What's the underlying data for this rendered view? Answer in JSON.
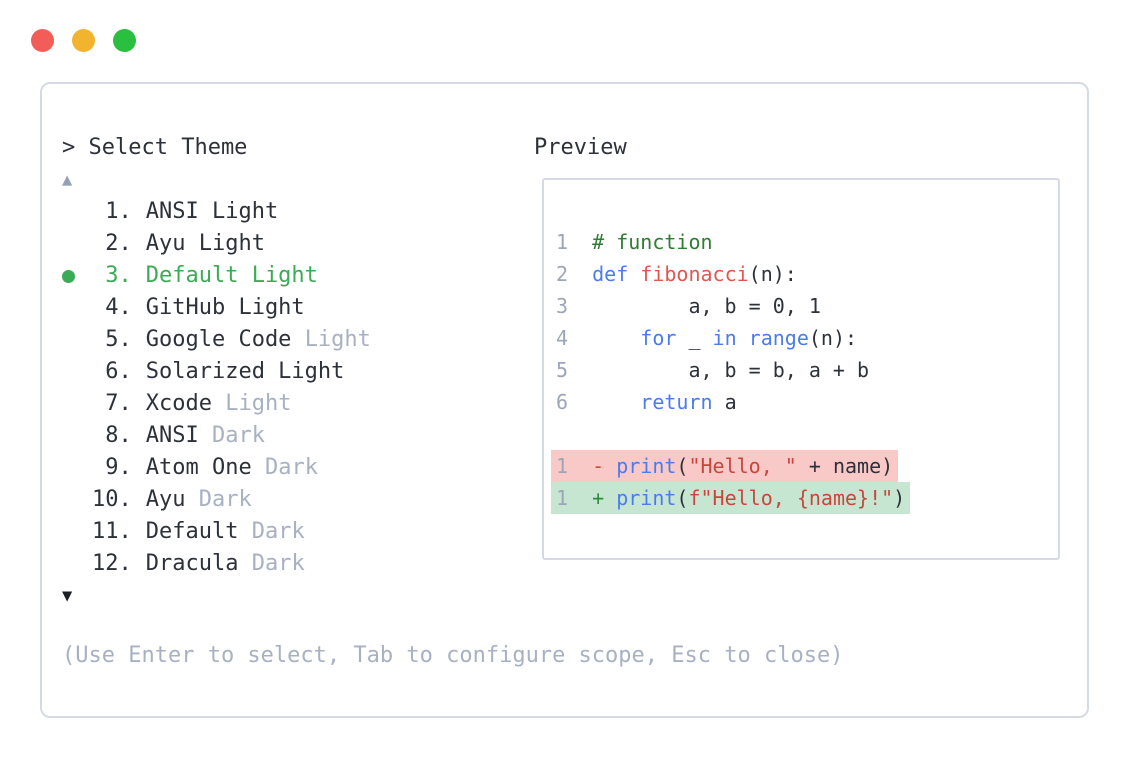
{
  "colors": {
    "text": "#2c313a",
    "muted": "#a7b1c2",
    "selected": "#3cab55",
    "keyword": "#4a7cf0",
    "comment": "#2e7d32",
    "function": "#e0574f",
    "string": "#c9463e",
    "diff-minus": "#d04a42",
    "diff-plus": "#2f8a3d",
    "removed-bg": "#f8c9c7",
    "added-bg": "#c7e6d2",
    "border": "#d6dae4",
    "linenum": "#9ba6b8",
    "scroll-up": "#93a1b6",
    "scroll-down": "#1b1f26"
  },
  "window": {
    "controls": [
      {
        "name": "close",
        "color": "#f25d58"
      },
      {
        "name": "minimize",
        "color": "#f2b32e"
      },
      {
        "name": "zoom",
        "color": "#2abf3f"
      }
    ]
  },
  "picker": {
    "prompt": "> Select Theme",
    "scroll_up": "▲",
    "scroll_down": "▼",
    "items": [
      {
        "number": "1.",
        "selected": false,
        "parts": [
          {
            "text": "ANSI Light",
            "muted": false
          }
        ]
      },
      {
        "number": "2.",
        "selected": false,
        "parts": [
          {
            "text": "Ayu Light",
            "muted": false
          }
        ]
      },
      {
        "number": "3.",
        "selected": true,
        "parts": [
          {
            "text": "Default Light",
            "muted": false
          }
        ]
      },
      {
        "number": "4.",
        "selected": false,
        "parts": [
          {
            "text": "GitHub Light",
            "muted": false
          }
        ]
      },
      {
        "number": "5.",
        "selected": false,
        "parts": [
          {
            "text": "Google Code ",
            "muted": false
          },
          {
            "text": "Light",
            "muted": true
          }
        ]
      },
      {
        "number": "6.",
        "selected": false,
        "parts": [
          {
            "text": "Solarized Light",
            "muted": false
          }
        ]
      },
      {
        "number": "7.",
        "selected": false,
        "parts": [
          {
            "text": "Xcode ",
            "muted": false
          },
          {
            "text": "Light",
            "muted": true
          }
        ]
      },
      {
        "number": "8.",
        "selected": false,
        "parts": [
          {
            "text": "ANSI ",
            "muted": false
          },
          {
            "text": "Dark",
            "muted": true
          }
        ]
      },
      {
        "number": "9.",
        "selected": false,
        "parts": [
          {
            "text": "Atom One ",
            "muted": false
          },
          {
            "text": "Dark",
            "muted": true
          }
        ]
      },
      {
        "number": "10.",
        "selected": false,
        "parts": [
          {
            "text": "Ayu ",
            "muted": false
          },
          {
            "text": "Dark",
            "muted": true
          }
        ]
      },
      {
        "number": "11.",
        "selected": false,
        "parts": [
          {
            "text": "Default ",
            "muted": false
          },
          {
            "text": "Dark",
            "muted": true
          }
        ]
      },
      {
        "number": "12.",
        "selected": false,
        "parts": [
          {
            "text": "Dracula ",
            "muted": false
          },
          {
            "text": "Dark",
            "muted": true
          }
        ]
      }
    ],
    "hint": "(Use Enter to select, Tab to configure scope, Esc to close)"
  },
  "preview": {
    "label": "Preview",
    "code_lines": [
      {
        "number": "1",
        "tokens": [
          {
            "text": "# function",
            "style": "comment"
          }
        ]
      },
      {
        "number": "2",
        "tokens": [
          {
            "text": "def",
            "style": "keyword"
          },
          {
            "text": " ",
            "style": "plain"
          },
          {
            "text": "fibonacci",
            "style": "function"
          },
          {
            "text": "(n):",
            "style": "plain"
          }
        ]
      },
      {
        "number": "3",
        "tokens": [
          {
            "text": "        a, b = 0, 1",
            "style": "plain"
          }
        ]
      },
      {
        "number": "4",
        "tokens": [
          {
            "text": "    ",
            "style": "plain"
          },
          {
            "text": "for",
            "style": "keyword"
          },
          {
            "text": " _ ",
            "style": "plain"
          },
          {
            "text": "in",
            "style": "keyword"
          },
          {
            "text": " ",
            "style": "plain"
          },
          {
            "text": "range",
            "style": "keyword"
          },
          {
            "text": "(n):",
            "style": "plain"
          }
        ]
      },
      {
        "number": "5",
        "tokens": [
          {
            "text": "        a, b = b, a + b",
            "style": "plain"
          }
        ]
      },
      {
        "number": "6",
        "tokens": [
          {
            "text": "    ",
            "style": "plain"
          },
          {
            "text": "return",
            "style": "keyword"
          },
          {
            "text": " a",
            "style": "plain"
          }
        ]
      }
    ],
    "diff_lines": [
      {
        "number": "1",
        "kind": "removed",
        "tokens": [
          {
            "text": "- ",
            "style": "diff-minus"
          },
          {
            "text": "print",
            "style": "keyword"
          },
          {
            "text": "(",
            "style": "plain"
          },
          {
            "text": "\"Hello, \"",
            "style": "string"
          },
          {
            "text": " + name)",
            "style": "plain"
          }
        ]
      },
      {
        "number": "1",
        "kind": "added",
        "tokens": [
          {
            "text": "+ ",
            "style": "diff-plus"
          },
          {
            "text": "print",
            "style": "keyword"
          },
          {
            "text": "(",
            "style": "plain"
          },
          {
            "text": "f\"Hello, {name}!\"",
            "style": "string"
          },
          {
            "text": ")",
            "style": "plain"
          }
        ]
      }
    ]
  }
}
